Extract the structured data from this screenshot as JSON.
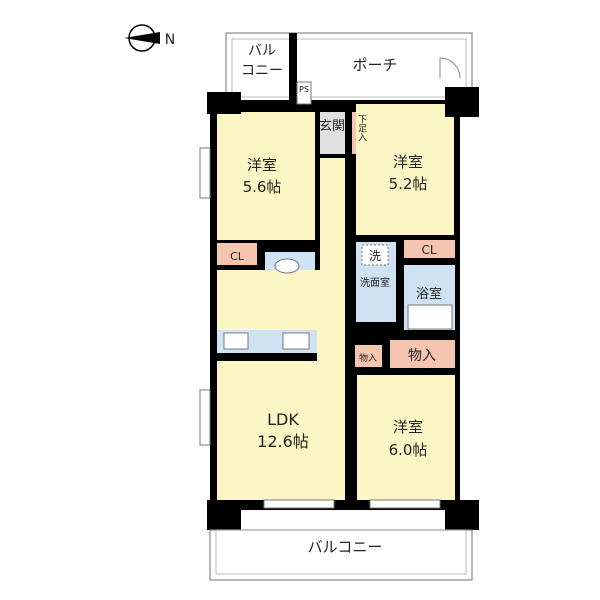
{
  "compass": {
    "label": "N",
    "icon": "north-arrow-icon"
  },
  "colors": {
    "room": "#fbf6c4",
    "wet": "#cfe2f3",
    "storage": "#f5c5b0",
    "entrance": "#e0e0e0",
    "wall": "#000000"
  },
  "rooms": {
    "upper_balcony": {
      "line1": "バル",
      "line2": "コニー"
    },
    "porch": {
      "label": "ポーチ"
    },
    "ps": {
      "label": "PS"
    },
    "entrance": {
      "label": "玄関"
    },
    "shoe_storage": {
      "label": "下足入"
    },
    "western_room_1": {
      "name": "洋室",
      "size": "5.6帖"
    },
    "western_room_2": {
      "name": "洋室",
      "size": "5.2帖"
    },
    "closet_left": {
      "label": "CL"
    },
    "closet_right": {
      "label": "CL"
    },
    "washroom": {
      "label": "洗面室",
      "washer": "洗"
    },
    "bathroom": {
      "label": "浴室"
    },
    "storage_small": {
      "label": "物入"
    },
    "storage_large": {
      "label": "物入"
    },
    "ldk": {
      "name": "LDK",
      "size": "12.6帖"
    },
    "western_room_3": {
      "name": "洋室",
      "size": "6.0帖"
    },
    "lower_balcony": {
      "label": "バルコニー"
    }
  }
}
